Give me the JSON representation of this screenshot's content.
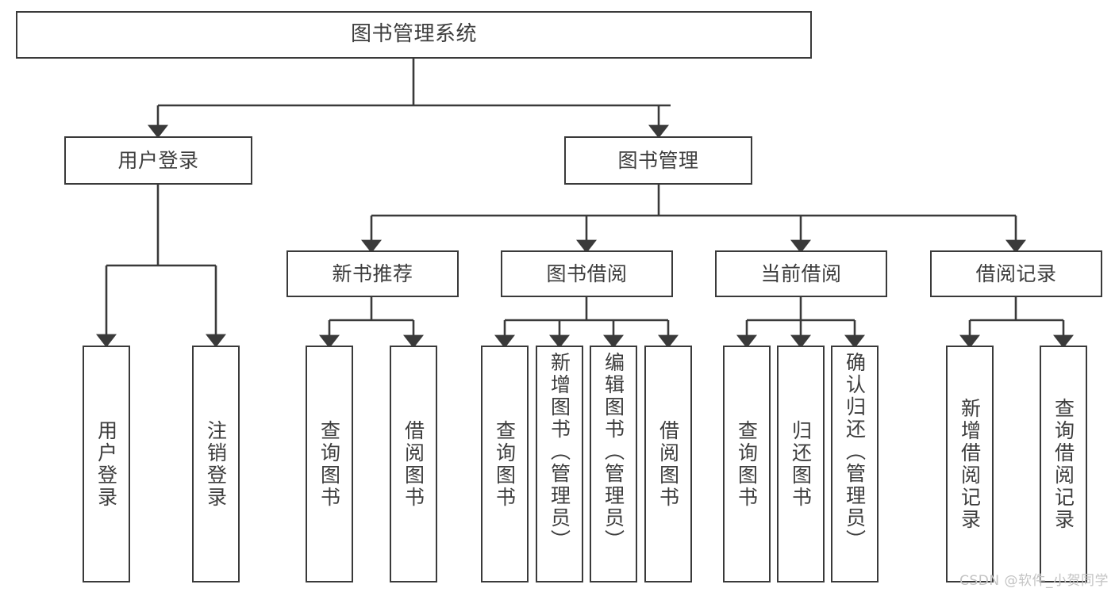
{
  "diagram": {
    "title": "图书管理系统",
    "type": "tree",
    "stroke_color": "#3a3a3a",
    "text_color": "#3d3d3d",
    "background_color": "#ffffff",
    "root": {
      "label": "图书管理系统"
    },
    "level2": [
      {
        "label": "用户登录"
      },
      {
        "label": "图书管理"
      }
    ],
    "level3": [
      {
        "label": "新书推荐"
      },
      {
        "label": "图书借阅"
      },
      {
        "label": "当前借阅"
      },
      {
        "label": "借阅记录"
      }
    ],
    "leaves": {
      "user_login": [
        {
          "label": "用户登录"
        },
        {
          "label": "注销登录"
        }
      ],
      "new_book_recommend": [
        {
          "label": "查询图书"
        },
        {
          "label": "借阅图书"
        }
      ],
      "book_borrow": [
        {
          "label": "查询图书"
        },
        {
          "label": "新增图书（管理员）"
        },
        {
          "label": "编辑图书（管理员）"
        },
        {
          "label": "借阅图书"
        }
      ],
      "current_borrow": [
        {
          "label": "查询图书"
        },
        {
          "label": "归还图书"
        },
        {
          "label": "确认归还（管理员）"
        }
      ],
      "borrow_record": [
        {
          "label": "新增借阅记录"
        },
        {
          "label": "查询借阅记录"
        }
      ]
    }
  },
  "watermark": {
    "text": "CSDN @软件_小贺同学"
  }
}
